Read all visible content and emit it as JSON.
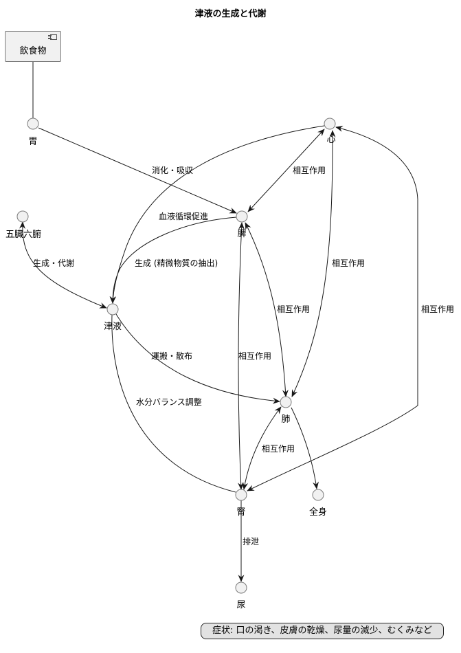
{
  "title": "津液の生成と代謝",
  "component": {
    "label": "飲食物"
  },
  "nodes": [
    {
      "id": "stomach",
      "label": "胃"
    },
    {
      "id": "heart",
      "label": "心"
    },
    {
      "id": "organs",
      "label": "五臓六腑"
    },
    {
      "id": "spleen",
      "label": "脾"
    },
    {
      "id": "fluids",
      "label": "津液"
    },
    {
      "id": "lung",
      "label": "肺"
    },
    {
      "id": "kidney",
      "label": "腎"
    },
    {
      "id": "body",
      "label": "全身"
    },
    {
      "id": "urine",
      "label": "尿"
    }
  ],
  "edges": [
    {
      "from": "飲食物",
      "to": "胃",
      "label": ""
    },
    {
      "from": "胃",
      "to": "脾",
      "label": "消化・吸収"
    },
    {
      "from": "心",
      "to": "津液",
      "label": "血液循環促進"
    },
    {
      "from": "脾",
      "to": "津液",
      "label": "生成 (精微物質の抽出)"
    },
    {
      "from": "五臓六腑",
      "to": "津液",
      "label": "生成・代謝",
      "bidirectional": true
    },
    {
      "from": "脾",
      "to": "心",
      "label": "相互作用",
      "bidirectional": true
    },
    {
      "from": "肺",
      "to": "心",
      "label": "相互作用",
      "bidirectional": true
    },
    {
      "from": "脾",
      "to": "肺",
      "label": "相互作用",
      "bidirectional": true
    },
    {
      "from": "腎",
      "to": "脾",
      "label": "相互作用",
      "bidirectional": true
    },
    {
      "from": "腎",
      "to": "心",
      "label": "相互作用",
      "bidirectional": true
    },
    {
      "from": "肺",
      "to": "腎",
      "label": "相互作用",
      "bidirectional": true
    },
    {
      "from": "津液",
      "to": "肺",
      "label": "運搬・散布"
    },
    {
      "from": "津液",
      "to": "腎",
      "label": "水分バランス調整"
    },
    {
      "from": "肺",
      "to": "全身",
      "label": ""
    },
    {
      "from": "腎",
      "to": "尿",
      "label": "排泄"
    }
  ],
  "note": {
    "text": "症状: 口の渇き、皮膚の乾燥、尿量の減少、むくみなど"
  }
}
